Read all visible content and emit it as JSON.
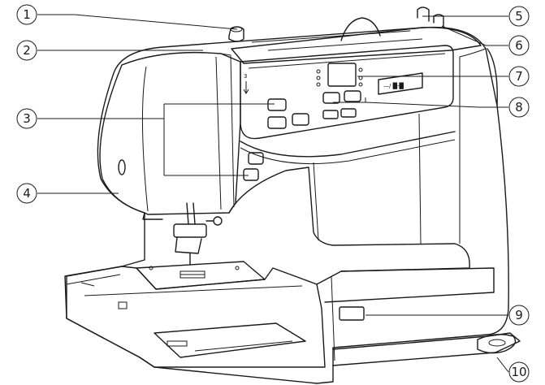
{
  "callouts": [
    {
      "id": 1,
      "label": "1"
    },
    {
      "id": 2,
      "label": "2"
    },
    {
      "id": 3,
      "label": "3"
    },
    {
      "id": 4,
      "label": "4"
    },
    {
      "id": 5,
      "label": "5"
    },
    {
      "id": 6,
      "label": "6"
    },
    {
      "id": 7,
      "label": "7"
    },
    {
      "id": 8,
      "label": "8"
    },
    {
      "id": 9,
      "label": "9"
    },
    {
      "id": 10,
      "label": "10"
    }
  ],
  "panel": {
    "thread_guide_number": "3",
    "mode_text": "—/ █-█"
  },
  "colors": {
    "line": "#1a1a1a",
    "background": "#ffffff"
  }
}
